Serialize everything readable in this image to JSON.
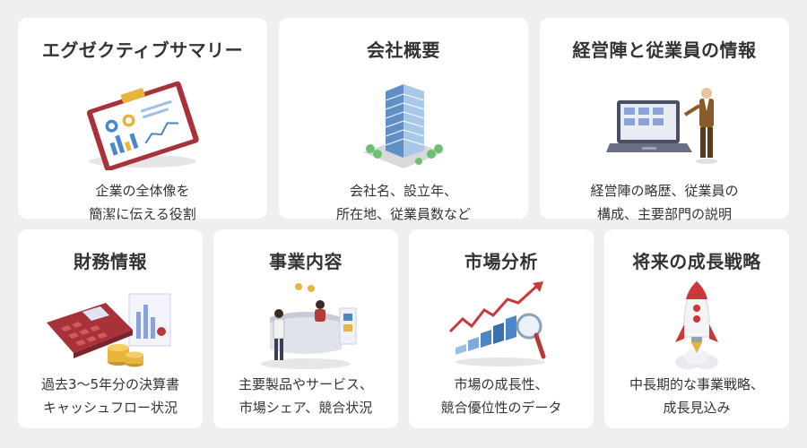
{
  "cards": [
    {
      "title": "エグゼクティブサマリー",
      "lines": [
        "企業の全体像を",
        "簡潔に伝える役割"
      ],
      "icon": "clipboard-report-icon"
    },
    {
      "title": "会社概要",
      "lines": [
        "会社名、設立年、",
        "所在地、従業員数など"
      ],
      "icon": "office-building-icon"
    },
    {
      "title": "経営陣と従業員の情報",
      "lines": [
        "経営陣の略歴、従業員の",
        "構成、主要部門の説明"
      ],
      "icon": "presenter-laptop-icon"
    },
    {
      "title": "財務情報",
      "lines": [
        "過去3～5年分の決算書",
        "キャッシュフロー状況"
      ],
      "icon": "calculator-coins-icon"
    },
    {
      "title": "事業内容",
      "lines": [
        "主要製品やサービス、",
        "市場シェア、競合状況"
      ],
      "icon": "service-counter-icon"
    },
    {
      "title": "市場分析",
      "lines": [
        "市場の成長性、",
        "競合優位性のデータ"
      ],
      "icon": "growth-chart-magnifier-icon"
    },
    {
      "title": "将来の成長戦略",
      "lines": [
        "中長期的な事業戦略、",
        "成長見込み"
      ],
      "icon": "rocket-icon"
    }
  ],
  "colors": {
    "background": "#efefef",
    "card": "#ffffff",
    "accent_red": "#b53a3a",
    "accent_blue": "#4a86c8",
    "accent_gold": "#e8b43c"
  }
}
